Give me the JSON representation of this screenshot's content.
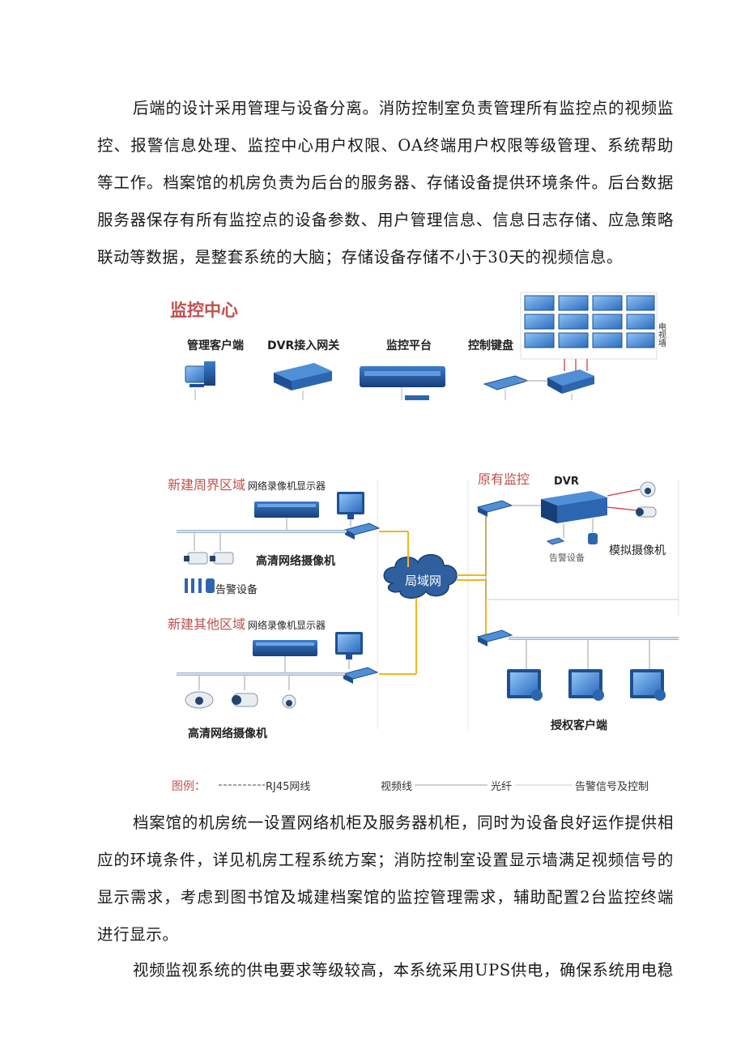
{
  "paragraphs": {
    "p1": "后端的设计采用管理与设备分离。消防控制室负责管理所有监控点的视频监控、报警信息处理、监控中心用户权限、OA终端用户权限等级管理、系统帮助等工作。档案馆的机房负责为后台的服务器、存储设备提供环境条件。后台数据服务器保存有所有监控点的设备参数、用户管理信息、信息日志存储、应急策略联动等数据，是整套系统的大脑；存储设备存储不小于30天的视频信息。",
    "p2": "档案馆的机房统一设置网络机柜及服务器机柜，同时为设备良好运作提供相应的环境条件，详见机房工程系统方案；消防控制室设置显示墙满足视频信号的显示需求，考虑到图书馆及城建档案馆的监控管理需求，辅助配置2台监控终端进行显示。",
    "p3": "视频监视系统的供电要求等级较高，本系统采用UPS供电，确保系统用电稳"
  },
  "diagram": {
    "center_title": "监控中心",
    "client": "管理客户端",
    "dvr_gateway": "DVR接入网关",
    "platform": "监控平台",
    "keyboard": "控制键盘",
    "wall_label": "电视墙",
    "zone_perimeter": "新建周界区域",
    "zone_perimeter_nvr": "网络录像机显示器",
    "perimeter_cam": "高清网络摄像机",
    "alarm_device": "告警设备",
    "zone_other": "新建其他区域",
    "zone_other_nvr": "网络录像机显示器",
    "other_cam": "高清网络摄像机",
    "lan": "局域网",
    "existing": "原有监控",
    "dvr": "DVR",
    "existing_alarm": "告警设备",
    "analog_cam": "模拟摄像机",
    "auth_clients": "授权客户端"
  },
  "legend": {
    "title": "图例：",
    "rj45": "RJ45网线",
    "video": "视频线",
    "fiber": "光纤",
    "alarm": "告警信号及控制"
  },
  "colors": {
    "device_blue": "#2e6cb5",
    "zone_red": "#c0504d",
    "fiber_yellow": "#f2b61d",
    "wall_red": "#d04040"
  }
}
